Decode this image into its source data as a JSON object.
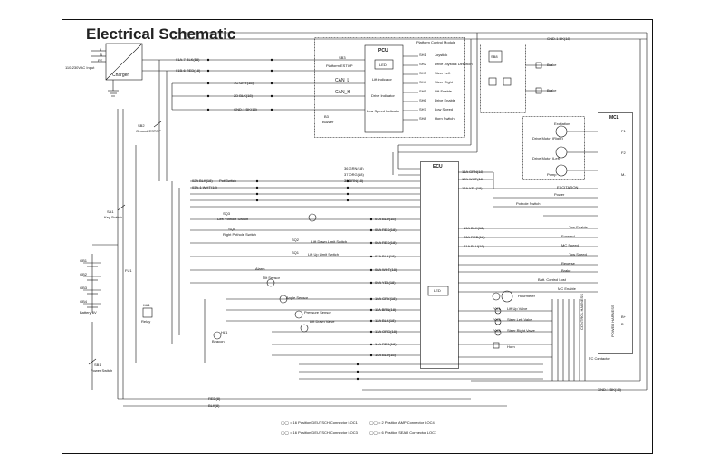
{
  "title": "Electrical Schematic",
  "power": {
    "input_label": "110-230VAC Input",
    "charger_label": "Charger",
    "pins": [
      "L",
      "N",
      "PE"
    ]
  },
  "pcu": {
    "title": "PCU",
    "module_title": "Platform Control Module",
    "led": "LED",
    "estop": "Platform ESTOP",
    "estop_ref": "SB3",
    "can_l": "CAN_L",
    "can_h": "CAN_H",
    "lift_indicator": "Lift Indicator",
    "drive_indicator": "Drive Indicator",
    "low_speed_indicator": "Low Speed Indicator",
    "buzzer": "Buzzer",
    "buzzer_ref": "B3",
    "switches": [
      {
        "ref": "SH1",
        "label": "Joystick"
      },
      {
        "ref": "SH2",
        "label": "Drive Joystick Direction"
      },
      {
        "ref": "SH3",
        "label": "Steer Left"
      },
      {
        "ref": "SH4",
        "label": "Steer Right"
      },
      {
        "ref": "SH5",
        "label": "Lift Enable"
      },
      {
        "ref": "SH6",
        "label": "Drive Enable"
      },
      {
        "ref": "SH7",
        "label": "Low Speed"
      },
      {
        "ref": "SH8",
        "label": "Horn Switch"
      }
    ]
  },
  "ecu": {
    "title": "ECU",
    "led": "LED"
  },
  "mc1": {
    "title": "MC1",
    "pins": [
      "B+",
      "B-",
      "M-",
      "F1",
      "F2"
    ]
  },
  "brake": {
    "ref": "SB8",
    "label1": "Brake",
    "label2": "Brake"
  },
  "motors": {
    "drive_right": "Drive Motor (Right)",
    "drive_left": "Drive Motor (Left)",
    "pump": "Pump",
    "excitation": "Excitation",
    "excitation_label": "EXCITATION",
    "power_label": "Power",
    "pothole": "Pothole Switch"
  },
  "components": {
    "ground_estop": "Ground ESTOP",
    "sb2": "SB2",
    "key_switch": "Key Switch",
    "sa1": "SA1",
    "batteries": [
      "GB1",
      "GB2",
      "GB3",
      "GB4"
    ],
    "battery_label": "Battery 6V",
    "fuse": "FU1",
    "relay": "KA1",
    "relay_label": "Relay",
    "power_switch": "Power Switch",
    "sb1": "SB1",
    "tilt_sensor": "Tilt Sensor",
    "angle_sensor": "Angle Sensor",
    "pressure_sensor": "Pressure Sensor",
    "alarm": "Alarm",
    "hl1": "HL1",
    "beacon": "Beacon",
    "pot_switch": "Pot Switch",
    "left_pothole": "Left Pothole Switch",
    "right_pothole": "Right Pothole Switch",
    "sq1": "SQ1",
    "sq2": "SQ2",
    "sq3": "SQ3",
    "sq4": "SQ4",
    "limit_down": "Lift Down Limit Switch",
    "limit_up": "Lift Up Limit Switch",
    "horn": "Horn",
    "hourmeter": "Hourmeter",
    "lift_up_valve": "Lift Up Valve",
    "steer_left_valve": "Steer Left Valve",
    "steer_right_valve": "Steer Right Valve",
    "lift_down_valve": "Lift Down Valve",
    "yv1": "YV1",
    "yv2": "YV2",
    "yv3": "YV3",
    "yv4": "YV4",
    "yv5": "YV5",
    "control_harness": "CONTROL HARNESS",
    "power_harness": "POWER HARNESS",
    "tc_contactor": "TC Contactor"
  },
  "mc_signals": [
    "Tow Enable",
    "Forward",
    "MC Speed",
    "Tow Speed",
    "Reverse",
    "Brake",
    "Batt. Control Lost",
    "MC Enable"
  ],
  "wire_labels": [
    "01A-7 BLK(18)",
    "01B-6 RED(18)",
    "1C GRY(18)",
    "2D BLK(18)",
    "GND-1 BK(18)",
    "36 GRN(18)",
    "37 ORG(18)",
    "38 BRN(18)",
    "02A BLK(18)",
    "03A-1 WHT(18)",
    "04A BLU(18)",
    "05A RED(18)",
    "06A RED(18)",
    "07A BLK(18)",
    "08A WHT(18)",
    "09A YEL(18)",
    "10A GRY(18)",
    "11A BRN(18)",
    "12A BLK(18)",
    "13A ORG(18)",
    "14A RED(18)",
    "15A BLU(18)",
    "16A GRN(18)",
    "17A WHT(18)",
    "18A YEL(18)",
    "19A BLK(18)",
    "20A RED(18)",
    "21A BLU(18)",
    "RED(8)",
    "BLK(8)",
    "GND-1 BK(18)",
    "GND-1 BK(18)"
  ],
  "legend": [
    "= 16 Position DEUTSCH Connector LOC1",
    "= 16 Position DEUTSCH Connector LOC3",
    "= 2 Position AMP Connector LOC4",
    "= 6 Position SEAR Connector LOC7"
  ]
}
